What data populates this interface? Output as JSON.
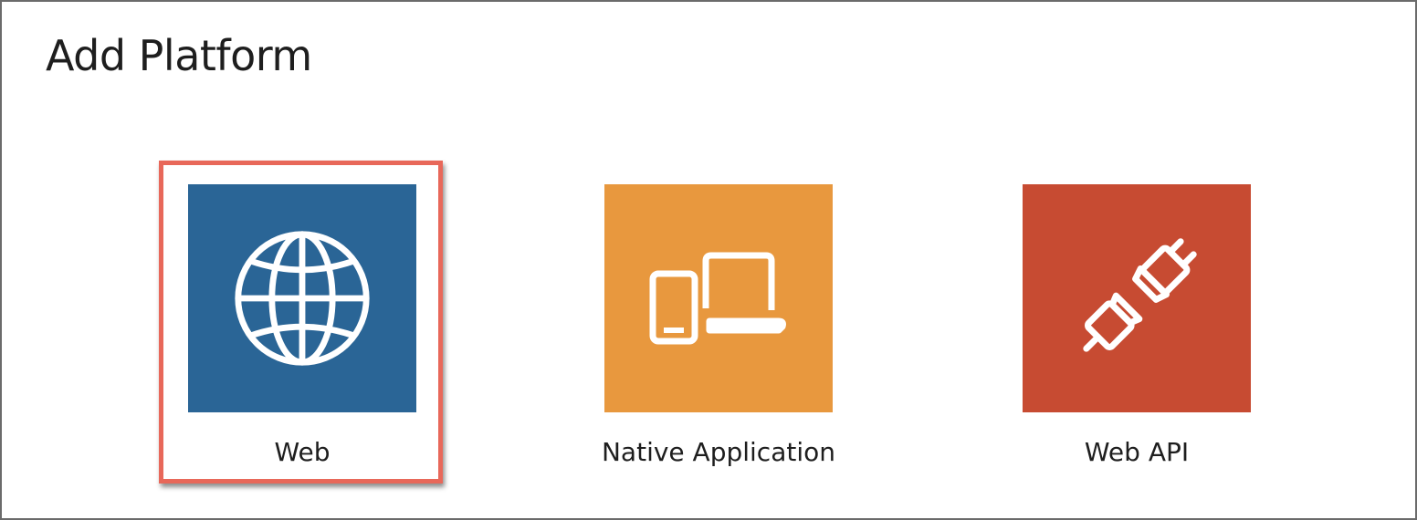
{
  "dialog": {
    "title": "Add Platform"
  },
  "platforms": [
    {
      "label": "Web",
      "icon": "globe-icon",
      "tile_color": "#2a6596",
      "selected": true
    },
    {
      "label": "Native Application",
      "icon": "devices-icon",
      "tile_color": "#e8983e",
      "selected": false
    },
    {
      "label": "Web API",
      "icon": "plug-icon",
      "tile_color": "#c74b32",
      "selected": false
    }
  ],
  "colors": {
    "selection_border": "#e8685a",
    "dialog_border": "#6b6b6b",
    "icon_color": "#ffffff"
  }
}
